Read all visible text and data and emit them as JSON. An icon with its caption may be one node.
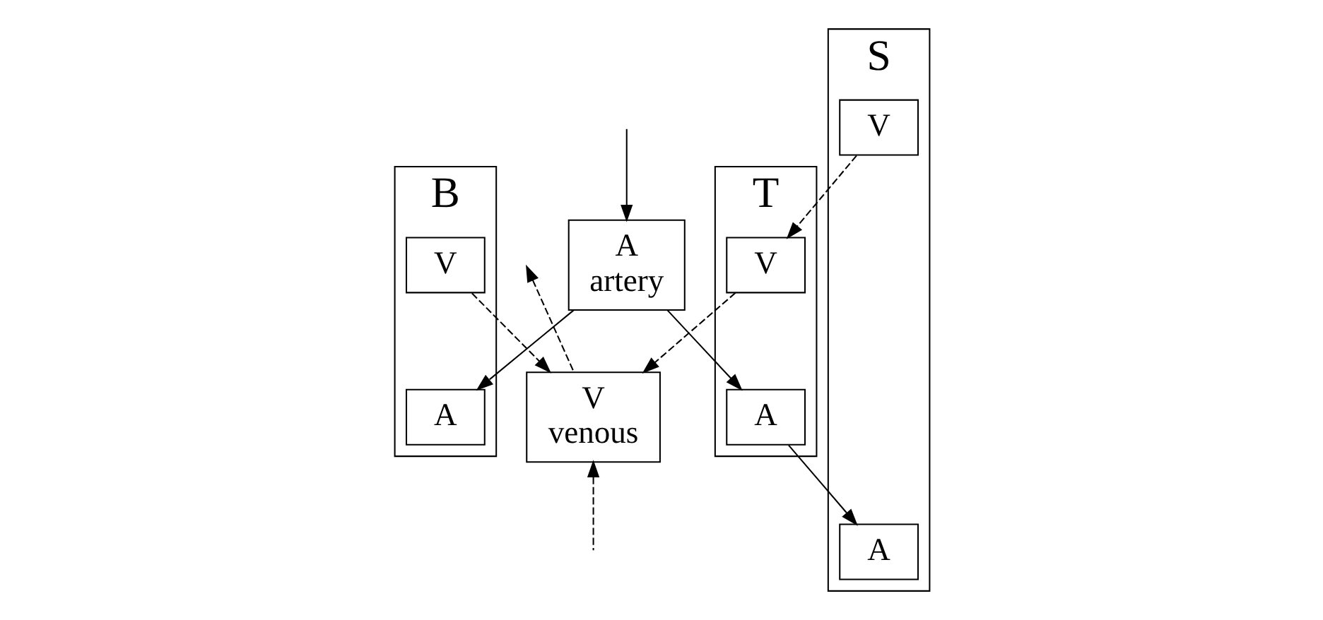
{
  "diagram": {
    "nodes": [
      {
        "text": [
          "B"
        ]
      },
      {
        "text": [
          "A"
        ],
        "in": 0
      },
      {
        "text": [
          "V"
        ],
        "in": 0
      },
      {
        "text": [
          "V",
          "venous"
        ]
      },
      {
        "text": [
          "A",
          "artery"
        ]
      },
      {
        "text": [
          "T"
        ]
      },
      {
        "text": [
          "A"
        ],
        "in": 5
      },
      {
        "text": [
          "V"
        ],
        "in": 5
      },
      {
        "text": [
          "S"
        ]
      },
      {
        "text": [
          "A"
        ],
        "in": 8
      },
      {
        "text": [
          "V"
        ],
        "in": 8
      }
    ],
    "edges": [
      {
        "from": null,
        "to": 4,
        "arrow": "to"
      },
      {
        "from": 3,
        "to": null,
        "arrow": "to",
        "style": "dashed"
      },
      {
        "from": 4,
        "to": 1,
        "arrow": "to"
      },
      {
        "from": 4,
        "to": 6,
        "arrow": "to"
      },
      {
        "from": 6,
        "to": 9,
        "arrow": "to"
      },
      {
        "from": 10,
        "to": 7,
        "arrow": "to",
        "style": "dashed"
      },
      {
        "from": 7,
        "to": 3,
        "arrow": "to",
        "style": "dashed"
      },
      {
        "from": 2,
        "to": 3,
        "arrow": "to",
        "style": "dashed"
      },
      {
        "from": null,
        "to": 3,
        "arrow": "to",
        "style": "dashed"
      }
    ]
  }
}
